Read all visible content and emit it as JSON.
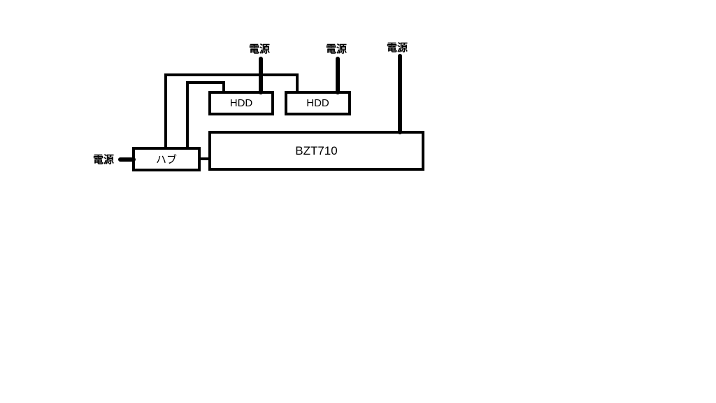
{
  "devices": {
    "recorder": "BZT710",
    "hub": "ハブ",
    "hdd1": "HDD",
    "hdd2": "HDD"
  },
  "power_labels": {
    "hub": "電源",
    "hdd1": "電源",
    "hdd2": "電源",
    "recorder": "電源"
  }
}
